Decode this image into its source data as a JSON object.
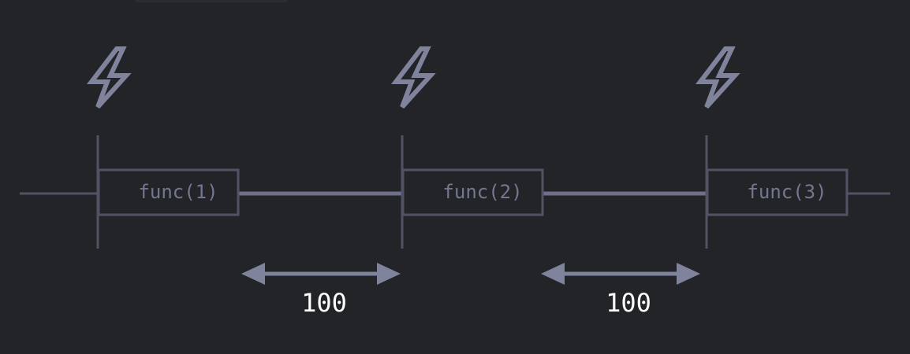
{
  "colors": {
    "background": "#232428",
    "timeline": "#505365",
    "box_stroke": "#505365",
    "connector": "#6d7088",
    "icon": "#7f839c",
    "arrow": "#7f839c",
    "func_text": "#737891",
    "interval_text": "#ffffff"
  },
  "events": [
    {
      "icon": "lightning-icon",
      "label": "func(1)"
    },
    {
      "icon": "lightning-icon",
      "label": "func(2)"
    },
    {
      "icon": "lightning-icon",
      "label": "func(3)"
    }
  ],
  "intervals": [
    {
      "label": "100"
    },
    {
      "label": "100"
    }
  ]
}
